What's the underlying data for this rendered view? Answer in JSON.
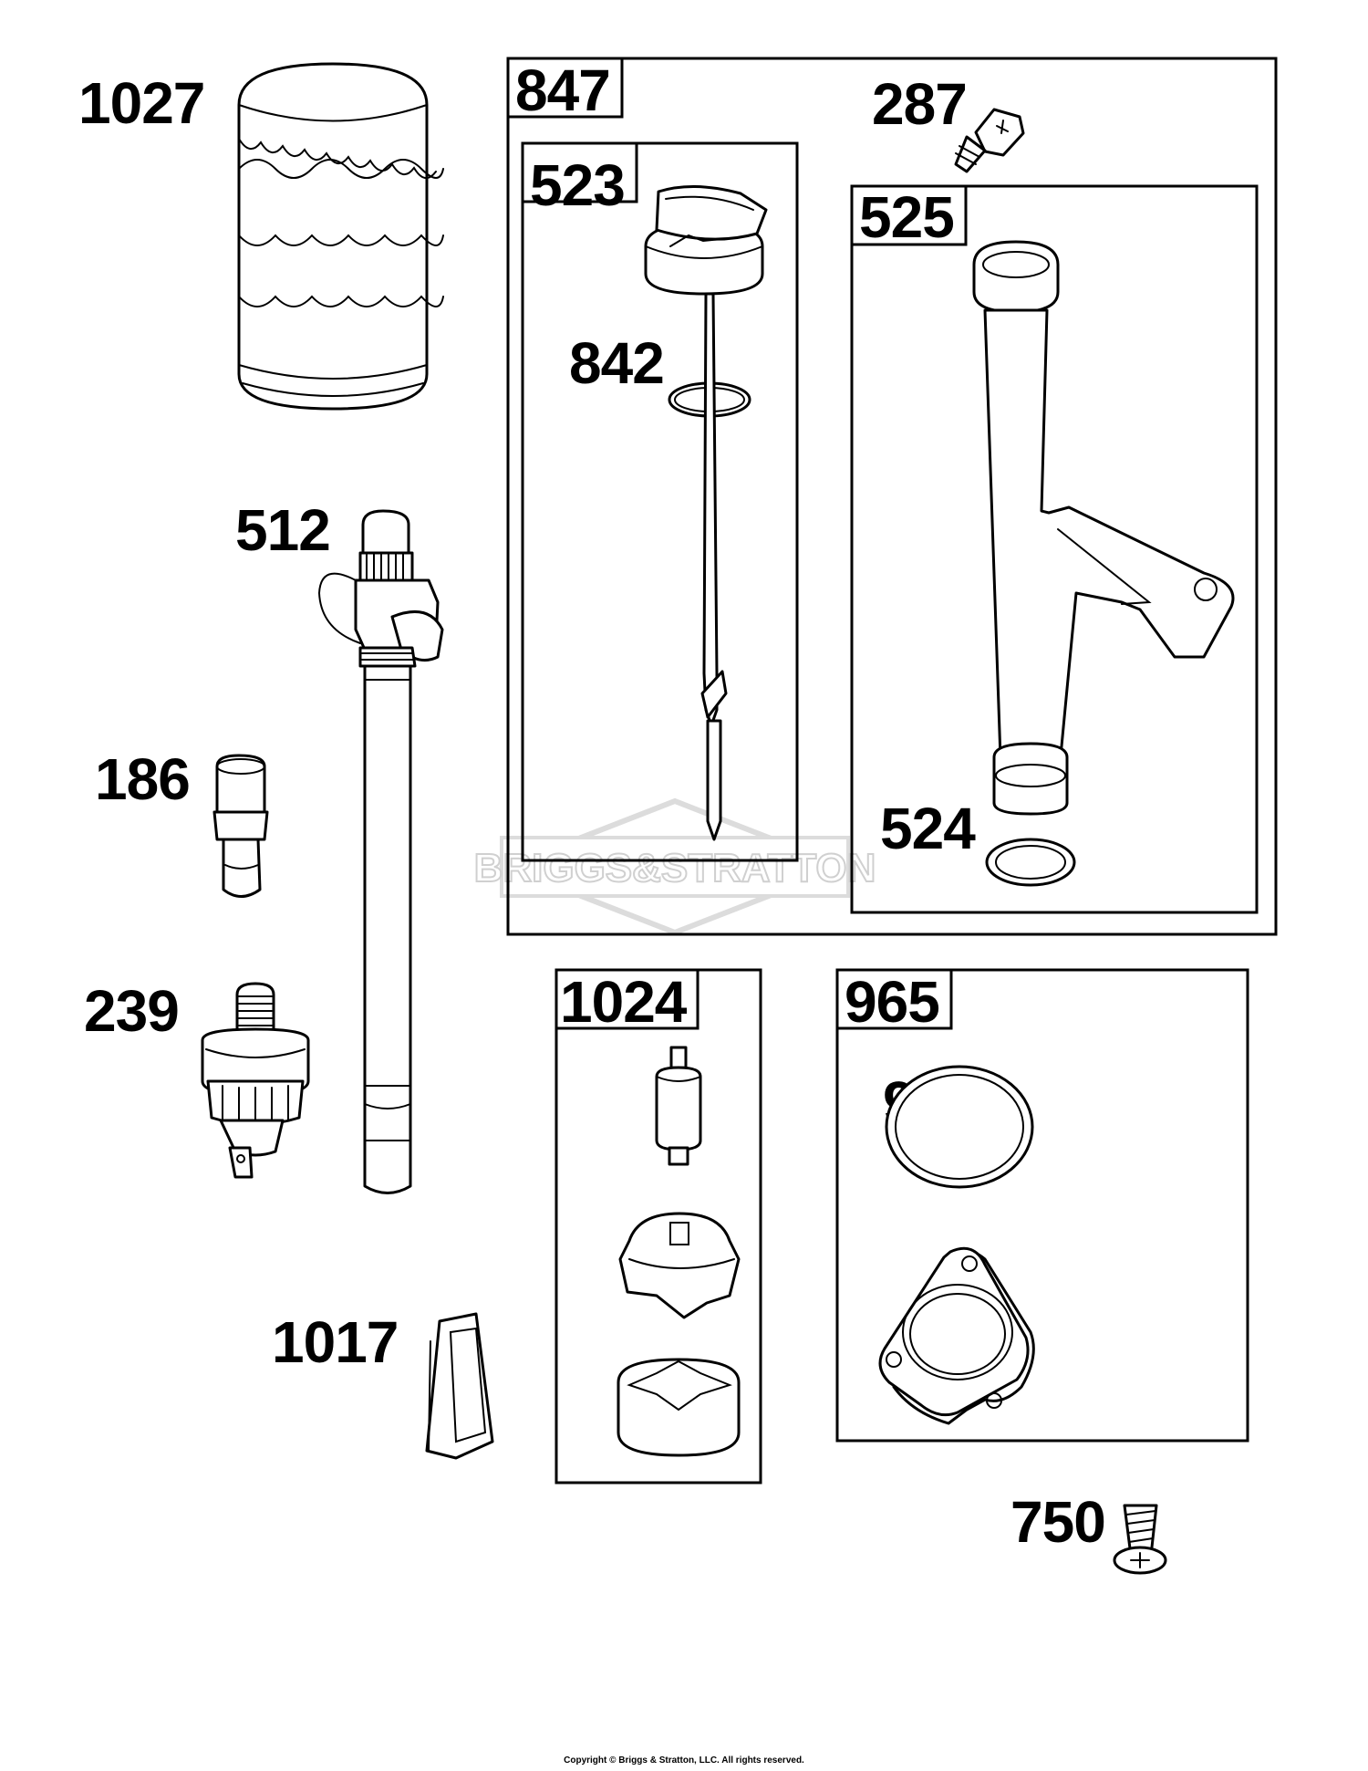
{
  "watermark": "BRIGGS&STRATTON",
  "copyright": "Copyright © Briggs & Stratton, LLC. All rights reserved.",
  "labels": {
    "p1027": "1027",
    "p847": "847",
    "p287": "287",
    "p523": "523",
    "p525": "525",
    "p842": "842",
    "p512": "512",
    "p186": "186",
    "p239": "239",
    "p524": "524",
    "p1024": "1024",
    "p965": "965",
    "p943": "943",
    "p1017": "1017",
    "p750": "750"
  }
}
